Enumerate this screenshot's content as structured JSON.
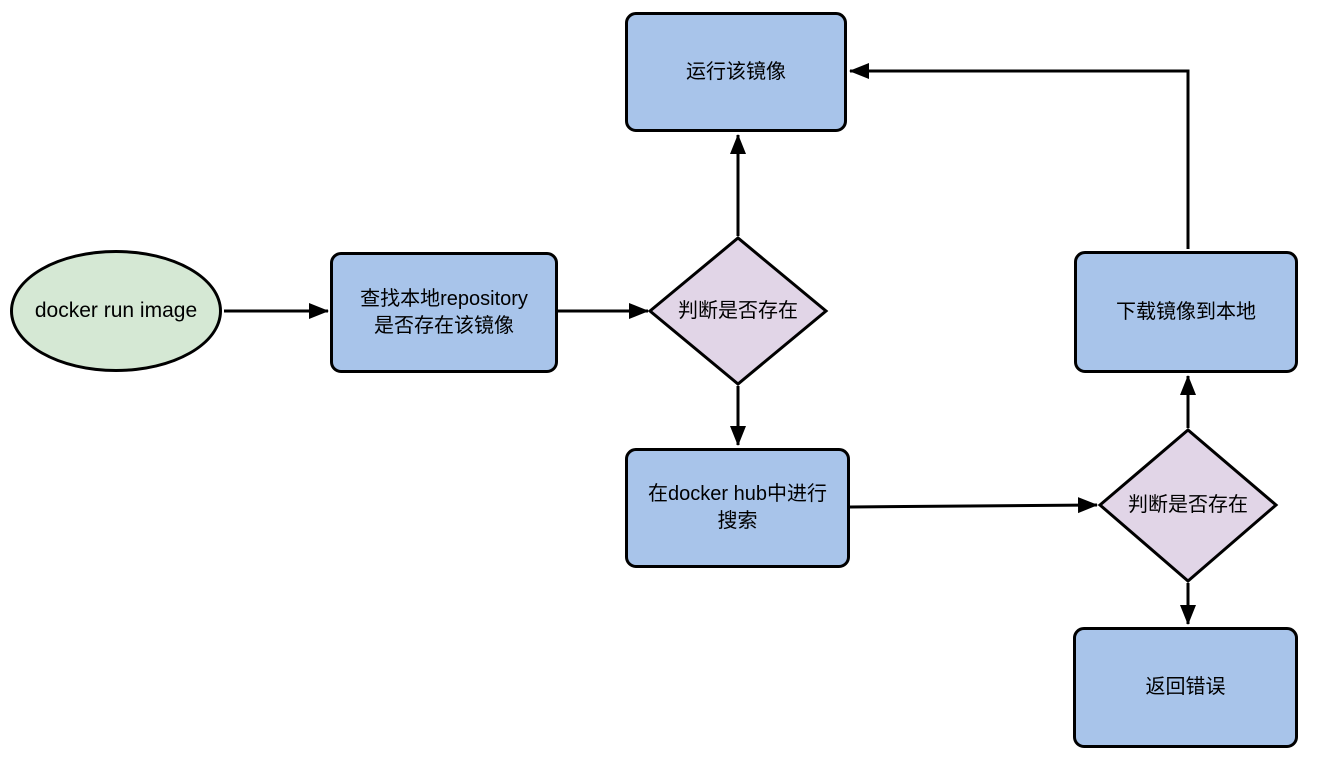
{
  "diagram": {
    "title": "docker run image flowchart",
    "colors": {
      "process_fill": "#a8c4ea",
      "terminal_fill": "#d5e8d4",
      "decision_fill": "#e1d5e7",
      "stroke": "#000000",
      "background": "#ffffff"
    },
    "nodes": {
      "start": {
        "type": "ellipse",
        "label": "docker run image"
      },
      "find_local": {
        "type": "process",
        "label": "查找本地repository\n是否存在该镜像"
      },
      "decision_local": {
        "type": "decision",
        "label": "判断是否存在"
      },
      "run_image": {
        "type": "process",
        "label": "运行该镜像"
      },
      "search_hub": {
        "type": "process",
        "label": "在docker hub中进行\n搜索"
      },
      "decision_hub": {
        "type": "decision",
        "label": "判断是否存在"
      },
      "download": {
        "type": "process",
        "label": "下载镜像到本地"
      },
      "error": {
        "type": "process",
        "label": "返回错误"
      }
    },
    "edges": [
      {
        "from": "start",
        "to": "find_local"
      },
      {
        "from": "find_local",
        "to": "decision_local"
      },
      {
        "from": "decision_local",
        "to": "run_image"
      },
      {
        "from": "decision_local",
        "to": "search_hub"
      },
      {
        "from": "search_hub",
        "to": "decision_hub"
      },
      {
        "from": "decision_hub",
        "to": "download"
      },
      {
        "from": "decision_hub",
        "to": "error"
      },
      {
        "from": "download",
        "to": "run_image"
      }
    ]
  }
}
